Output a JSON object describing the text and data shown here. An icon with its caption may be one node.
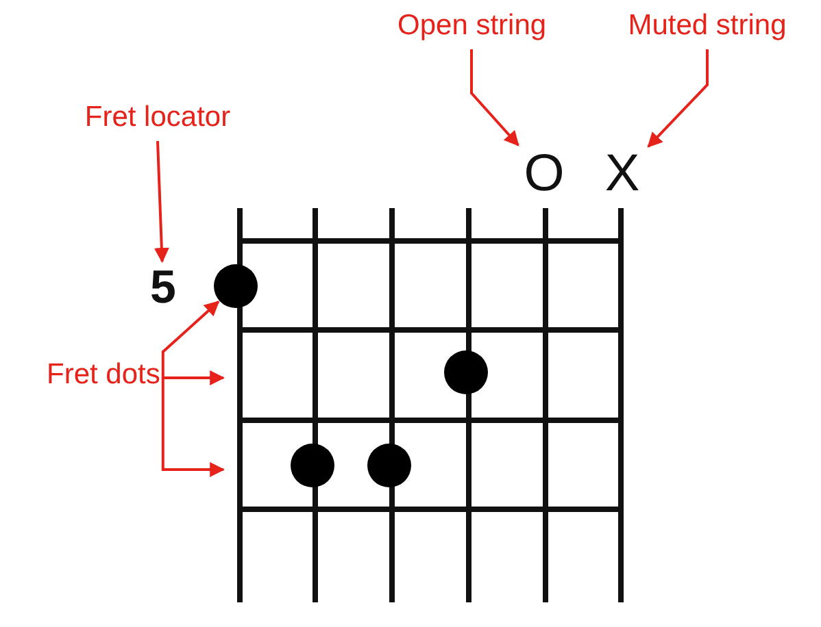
{
  "diagram": {
    "nodes": [
      {
        "text": [
          "Open string"
        ]
      },
      {
        "text": [
          "Muted string"
        ]
      },
      {
        "text": [
          "Fret locator"
        ]
      },
      {
        "text": [
          "O"
        ]
      },
      {
        "text": [
          "X"
        ]
      },
      {
        "text": [
          "5"
        ]
      },
      {
        "text": [],
        "shape": "circle"
      },
      {
        "text": [
          "Fret dots"
        ]
      },
      {
        "text": [],
        "shape": "circle"
      },
      {
        "text": [],
        "shape": "circle"
      },
      {
        "text": [],
        "shape": "circle"
      }
    ],
    "edges": [
      {
        "from": 0,
        "to": 3,
        "arrow": "to"
      },
      {
        "from": 1,
        "to": 4,
        "arrow": "to"
      },
      {
        "from": 2,
        "to": 5,
        "arrow": "to"
      },
      {
        "from": 7,
        "to": 6,
        "arrow": "to"
      },
      {
        "from": 7,
        "to": null,
        "arrow": "to"
      },
      {
        "from": 7,
        "to": null,
        "arrow": "to"
      }
    ]
  }
}
